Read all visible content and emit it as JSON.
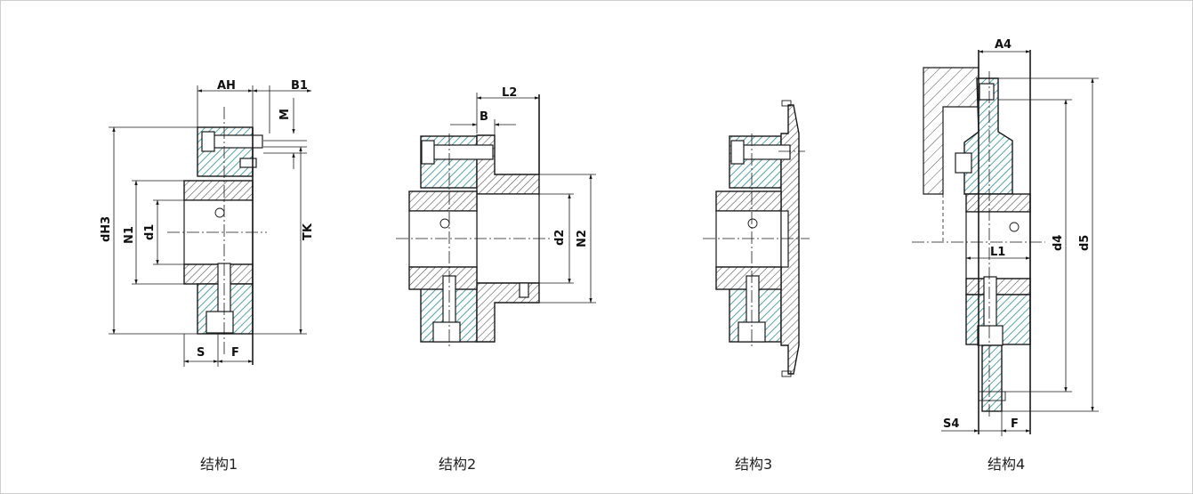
{
  "captions": {
    "s1": "结构1",
    "s2": "结构2",
    "s3": "结构3",
    "s4": "结构4"
  },
  "labels": {
    "s1": {
      "ah": "AH",
      "b1": "B1",
      "m": "M",
      "dh3": "dH3",
      "n1": "N1",
      "d1": "d1",
      "tk": "TK",
      "s": "S",
      "f": "F"
    },
    "s2": {
      "l2": "L2",
      "b": "B",
      "d2": "d2",
      "n2": "N2"
    },
    "s4": {
      "a4": "A4",
      "l1": "L1",
      "d4": "d4",
      "d5": "d5",
      "s4": "S4",
      "f": "F"
    }
  },
  "colors": {
    "hatch_cyan": "#2f8a8f",
    "hatch_gray": "#555555",
    "line": "#1a1a1a"
  }
}
